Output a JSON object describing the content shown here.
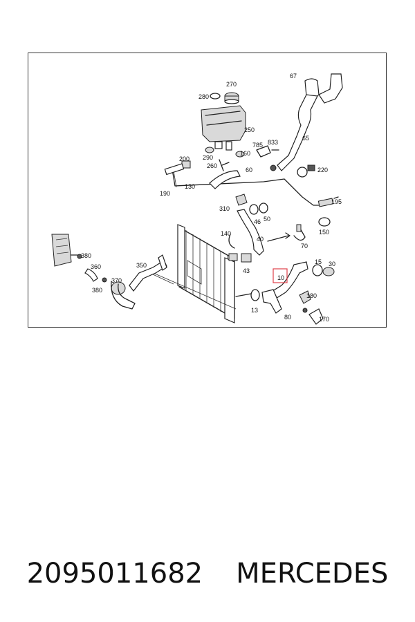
{
  "diagram": {
    "labels": [
      {
        "text": "270"
      },
      {
        "text": "280"
      },
      {
        "text": "250"
      },
      {
        "text": "67"
      },
      {
        "text": "65"
      },
      {
        "text": "200"
      },
      {
        "text": "290"
      },
      {
        "text": "785"
      },
      {
        "text": "833"
      },
      {
        "text": "160"
      },
      {
        "text": "260"
      },
      {
        "text": "60"
      },
      {
        "text": "220"
      },
      {
        "text": "130"
      },
      {
        "text": "190"
      },
      {
        "text": "195"
      },
      {
        "text": "310"
      },
      {
        "text": "46"
      },
      {
        "text": "50"
      },
      {
        "text": "150"
      },
      {
        "text": "140"
      },
      {
        "text": "40"
      },
      {
        "text": "70"
      },
      {
        "text": "380"
      },
      {
        "text": "360"
      },
      {
        "text": "350"
      },
      {
        "text": "370"
      },
      {
        "text": "380"
      },
      {
        "text": "43"
      },
      {
        "text": "15"
      },
      {
        "text": "30"
      },
      {
        "text": "10"
      },
      {
        "text": "180"
      },
      {
        "text": "13"
      },
      {
        "text": "80"
      },
      {
        "text": "170"
      }
    ],
    "highlight_color": "#e0404a"
  },
  "caption": {
    "part_number": "2095011682",
    "brand": "MERCEDES"
  }
}
